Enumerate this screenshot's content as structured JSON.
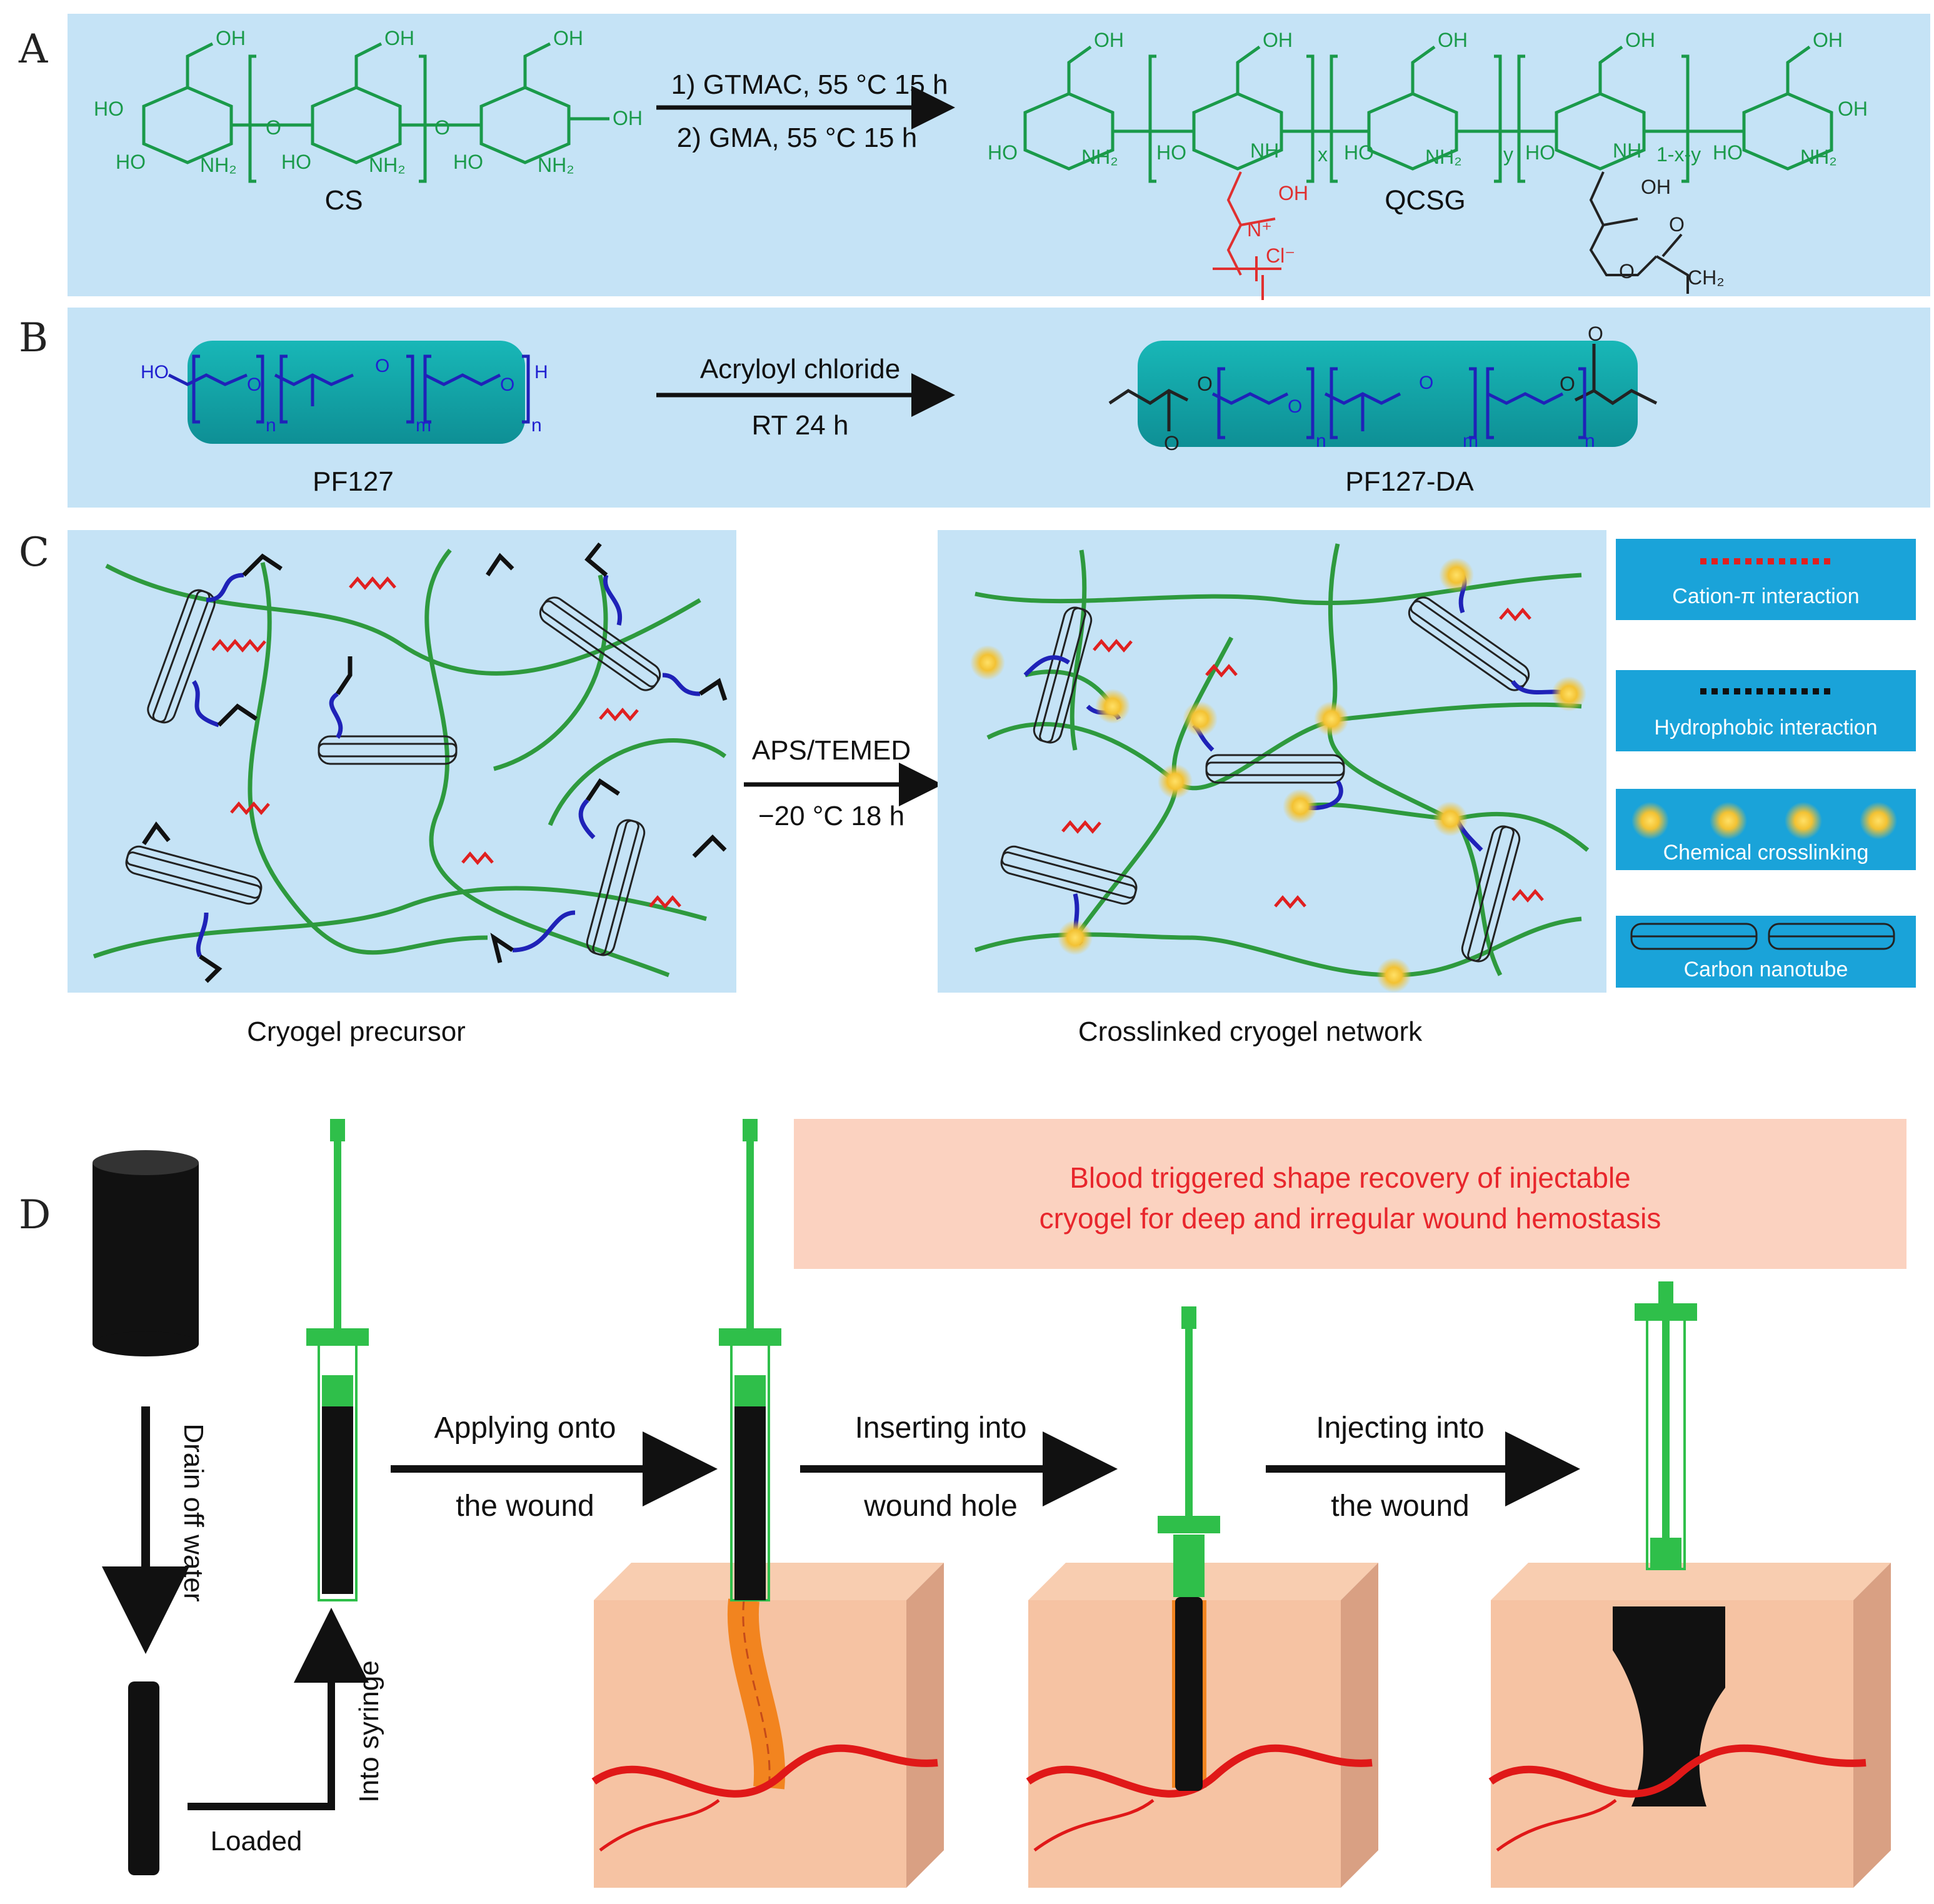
{
  "panels": {
    "a": {
      "letter": "A",
      "reagent_line1": "1) GTMAC, 55 °C 15 h",
      "reagent_line2": "2) GMA, 55 °C 15 h",
      "reactant_name": "CS",
      "product_name": "QCSG",
      "subscripts": [
        "x",
        "y",
        "1-x-y"
      ],
      "atom_labels": [
        "OH",
        "HO",
        "O",
        "NH₂",
        "NH",
        "N⁺",
        "Cl⁻",
        "CH₂"
      ]
    },
    "b": {
      "letter": "B",
      "reagent_line1": "Acryloyl chloride",
      "reagent_line2": "RT 24 h",
      "reactant_name": "PF127",
      "product_name": "PF127-DA",
      "atom_labels": [
        "HO",
        "H",
        "O",
        "n",
        "m"
      ]
    },
    "c": {
      "letter": "C",
      "condition_line1": "APS/TEMED",
      "condition_line2": "−20 °C 18 h",
      "left_caption": "Cryogel precursor",
      "right_caption": "Crosslinked cryogel network",
      "legend": [
        "Cation-π interaction",
        "Hydrophobic interaction",
        "Chemical crosslinking",
        "Carbon nanotube"
      ]
    },
    "d": {
      "letter": "D",
      "banner_line1": "Blood triggered shape recovery of injectable",
      "banner_line2": "cryogel for deep and irregular wound hemostasis",
      "drain_label": "Drain off water",
      "loaded_label": "Loaded",
      "syringe_label": "Into syringe",
      "steps": [
        {
          "line1": "Applying onto",
          "line2": "the wound"
        },
        {
          "line1": "Inserting into",
          "line2": "wound hole"
        },
        {
          "line1": "Injecting into",
          "line2": "the wound"
        }
      ]
    }
  },
  "colors": {
    "panel_bg": "#c5e3f6",
    "chain_green": "#2e9a3e",
    "spacer_blue": "#1f22b8",
    "cationic_red": "#e02020",
    "legend_bg": "#1aa3d9",
    "glow": "#f4c542",
    "skin": "#f6c3a3",
    "skin_dark": "#d9a083",
    "vessel": "#e01818",
    "banner_bg": "#fbd2c0"
  }
}
